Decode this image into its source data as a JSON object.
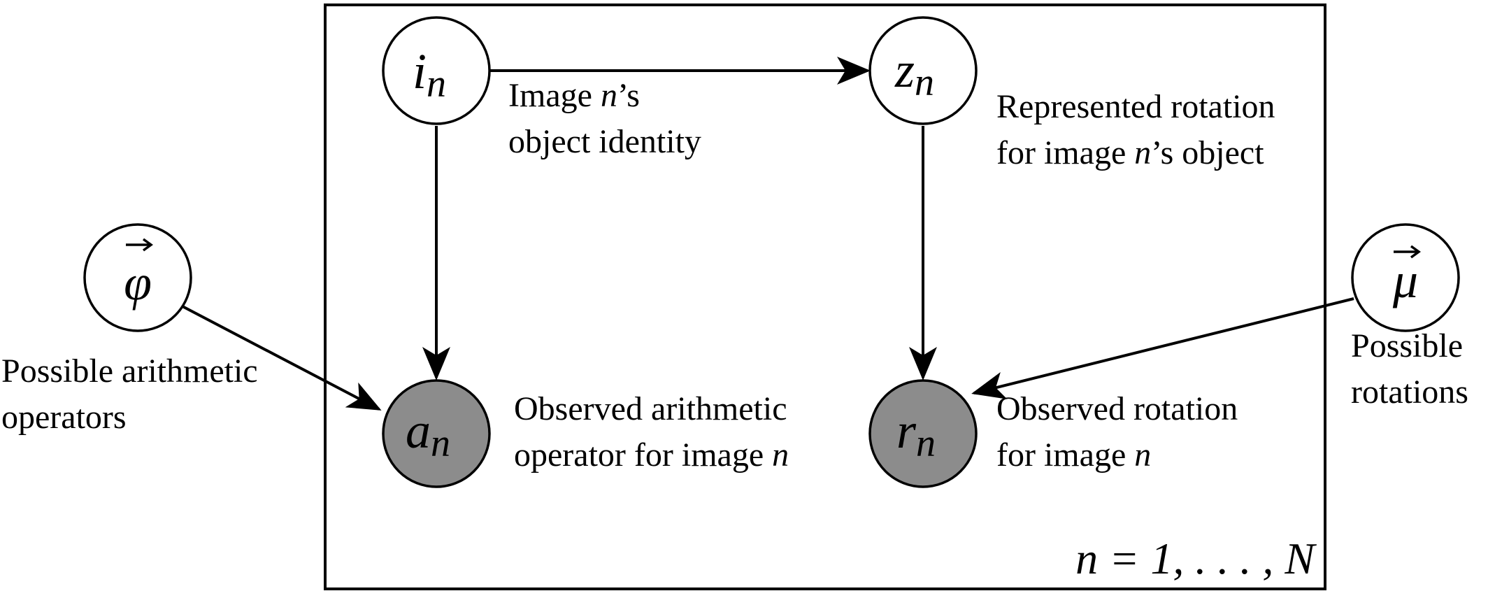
{
  "colors": {
    "latent_fill": "#ffffff",
    "observed_fill": "#8c8c8c",
    "stroke": "#000000"
  },
  "plate": {
    "label": "n = 1, . . . , N"
  },
  "nodes": {
    "i": {
      "symbol": "i",
      "subscript": "n",
      "observed": false
    },
    "z": {
      "symbol": "z",
      "subscript": "n",
      "observed": false
    },
    "a": {
      "symbol": "a",
      "subscript": "n",
      "observed": true
    },
    "r": {
      "symbol": "r",
      "subscript": "n",
      "observed": true
    },
    "phi": {
      "symbol": "φ",
      "observed": false
    },
    "mu": {
      "symbol": "μ",
      "observed": false
    }
  },
  "labels": {
    "i": {
      "line1_pre": "Image ",
      "line1_var": "n",
      "line1_post": "’s",
      "line2": "object identity"
    },
    "z": {
      "line1": "Represented rotation",
      "line2_pre": "for image ",
      "line2_var": "n",
      "line2_post": "’s object"
    },
    "a": {
      "line1": "Observed arithmetic",
      "line2_pre": "operator for image ",
      "line2_var": "n"
    },
    "r": {
      "line1": "Observed rotation",
      "line2_pre": "for image ",
      "line2_var": "n"
    },
    "phi": {
      "line1": "Possible arithmetic",
      "line2": "operators"
    },
    "mu": {
      "line1": "Possible",
      "line2": "rotations"
    }
  },
  "edges": [
    {
      "from": "i",
      "to": "z"
    },
    {
      "from": "i",
      "to": "a"
    },
    {
      "from": "z",
      "to": "r"
    },
    {
      "from": "phi",
      "to": "a"
    },
    {
      "from": "mu",
      "to": "r"
    }
  ]
}
